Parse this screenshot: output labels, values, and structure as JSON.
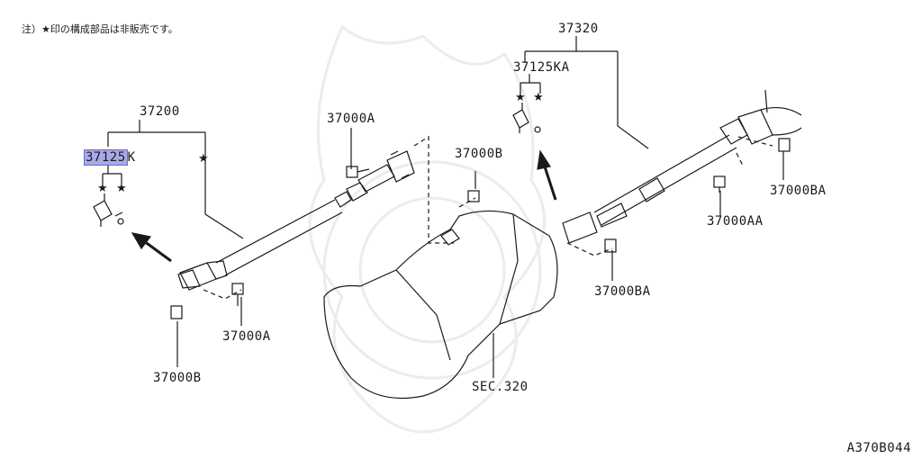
{
  "note": "注）★印の構成部品は非販売です。",
  "labels": {
    "rear_assy": "37200",
    "rear_joint_kit_hl": "37125",
    "rear_joint_kit_suffix": "K",
    "front_assy": "37320",
    "front_joint_kit": "37125KA",
    "bolt_a_upper": "37000A",
    "bolt_a_lower": "37000A",
    "nut_b_lower": "37000B",
    "nut_b_mid": "37000B",
    "bolt_aa": "37000AA",
    "nut_ba_right": "37000BA",
    "nut_ba_mid": "37000BA",
    "sec_ref": "SEC.320"
  },
  "star_symbol": "★",
  "diagram_code": "A370B044"
}
